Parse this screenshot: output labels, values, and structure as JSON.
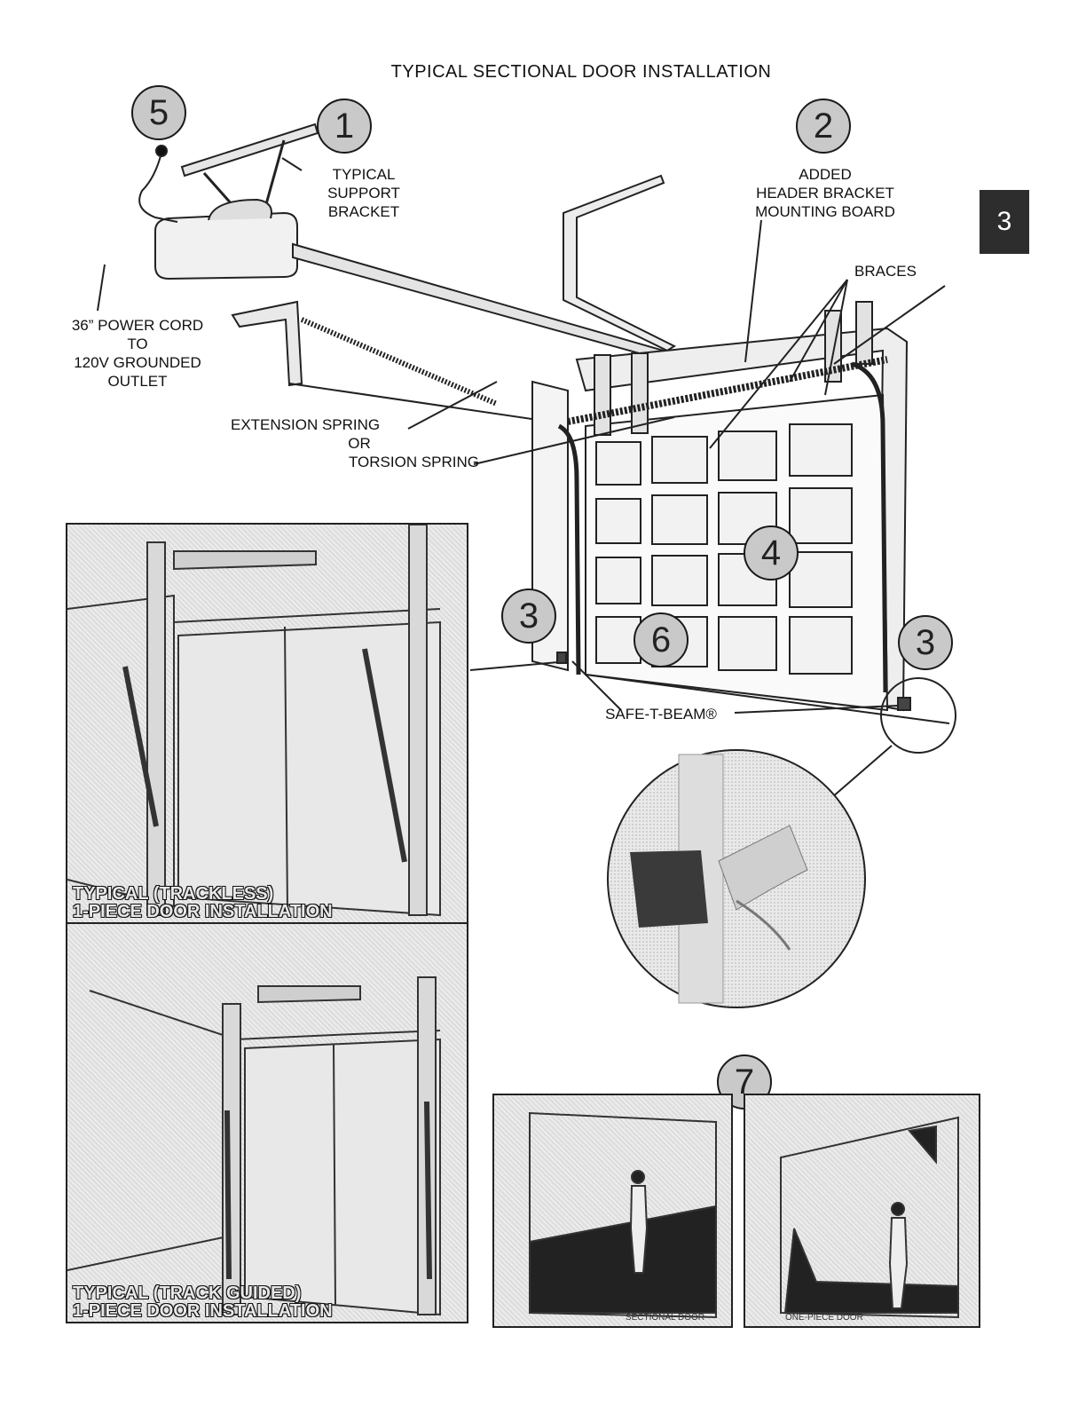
{
  "page": {
    "title": "TYPICAL SECTIONAL DOOR INSTALLATION",
    "page_tab": "3"
  },
  "labels": {
    "support_bracket": [
      "TYPICAL",
      "SUPPORT",
      "BRACKET"
    ],
    "header_board": [
      "ADDED",
      "HEADER BRACKET",
      "MOUNTING BOARD"
    ],
    "braces": "BRACES",
    "power_cord": [
      "36” POWER CORD",
      "TO",
      "120V GROUNDED",
      "OUTLET"
    ],
    "spring": [
      "EXTENSION SPRING",
      "OR",
      "TORSION SPRING"
    ],
    "safe_t_beam": "SAFE-T-BEAM®"
  },
  "callouts": {
    "c1": "1",
    "c2": "2",
    "c3a": "3",
    "c3b": "3",
    "c4": "4",
    "c5": "5",
    "c6": "6",
    "c7": "7"
  },
  "panels": {
    "trackless": [
      "TYPICAL (TRACKLESS)",
      "1-PIECE DOOR INSTALLATION"
    ],
    "track_guided": [
      "TYPICAL (TRACK GUIDED)",
      "1-PIECE DOOR INSTALLATION"
    ],
    "sectional_door": "SECTIONAL DOOR",
    "one_piece_door": "ONE-PIECE DOOR"
  }
}
